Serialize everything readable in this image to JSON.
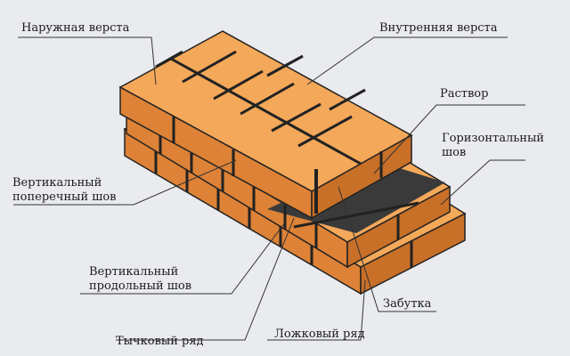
{
  "title": "Кирпичная кладка",
  "labels": {
    "outer_verst": "Наружная верста",
    "inner_verst": "Внутренняя верста",
    "mortar": "Раствор",
    "horizontal_seam_1": "Горизонтальный",
    "horizontal_seam_2": "шов",
    "vertical_cross_1": "Вертикальный",
    "vertical_cross_2": "поперечный шов",
    "vertical_long_1": "Вертикальный",
    "vertical_long_2": "продольный шов",
    "filling": "Забутка",
    "header_row": "Тычковый ряд",
    "stretcher_row": "Ложковый ряд"
  },
  "colors": {
    "background": "#e9ebee",
    "brick_top": "#f3a85a",
    "brick_side": "#dd8236",
    "brick_dark": "#c06a25",
    "mortar": "#3a3a3a"
  }
}
